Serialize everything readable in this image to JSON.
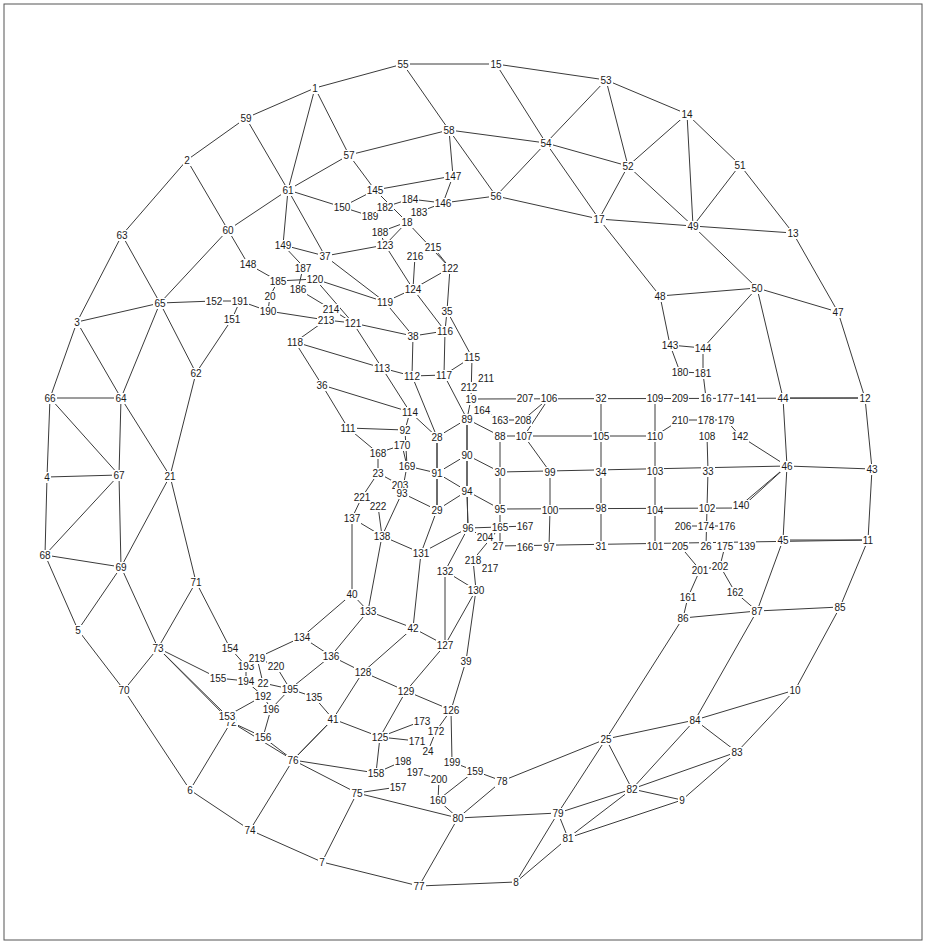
{
  "diagram": {
    "labels": [
      "1",
      "55",
      "15",
      "53",
      "14",
      "51",
      "13",
      "47",
      "12",
      "43",
      "11",
      "85",
      "10",
      "83",
      "9",
      "81",
      "8",
      "77",
      "7",
      "74",
      "6",
      "70",
      "5",
      "68",
      "4",
      "66",
      "3",
      "63",
      "2",
      "59",
      "58",
      "54",
      "52",
      "49",
      "50",
      "44",
      "46",
      "45",
      "87",
      "84",
      "82",
      "79",
      "80",
      "75",
      "76",
      "72",
      "73",
      "69",
      "67",
      "64",
      "65",
      "60",
      "61",
      "57",
      "56",
      "17",
      "48",
      "143",
      "144",
      "180",
      "181",
      "16",
      "177",
      "141",
      "209",
      "109",
      "32",
      "106",
      "207",
      "19",
      "211",
      "212",
      "115",
      "164",
      "163",
      "208",
      "107",
      "105",
      "110",
      "210",
      "178",
      "179",
      "108",
      "142",
      "89",
      "88",
      "28",
      "90",
      "30",
      "99",
      "34",
      "103",
      "33",
      "140",
      "91",
      "94",
      "95",
      "100",
      "98",
      "104",
      "102",
      "29",
      "96",
      "165",
      "204",
      "27",
      "166",
      "167",
      "97",
      "31",
      "101",
      "205",
      "26",
      "175",
      "139",
      "206",
      "174",
      "176",
      "201",
      "202",
      "161",
      "162",
      "86",
      "218",
      "217",
      "130",
      "132",
      "131",
      "138",
      "137",
      "222",
      "221",
      "203",
      "169",
      "23",
      "168",
      "170",
      "93",
      "92",
      "114",
      "111",
      "36",
      "112",
      "113",
      "117",
      "118",
      "38",
      "116",
      "35",
      "121",
      "213",
      "214",
      "119",
      "122",
      "124",
      "216",
      "215",
      "123",
      "188",
      "37",
      "120",
      "186",
      "187",
      "185",
      "20",
      "190",
      "191",
      "152",
      "151",
      "148",
      "149",
      "150",
      "145",
      "189",
      "182",
      "184",
      "18",
      "183",
      "146",
      "147",
      "62",
      "21",
      "71",
      "154",
      "193",
      "155",
      "194",
      "22",
      "219",
      "220",
      "192",
      "195",
      "135",
      "196",
      "153",
      "156",
      "134",
      "136",
      "40",
      "133",
      "42",
      "127",
      "128",
      "129",
      "41",
      "125",
      "173",
      "172",
      "126",
      "171",
      "24",
      "198",
      "199",
      "158",
      "197",
      "200",
      "157",
      "159",
      "160",
      "78",
      "39",
      "25"
    ]
  }
}
